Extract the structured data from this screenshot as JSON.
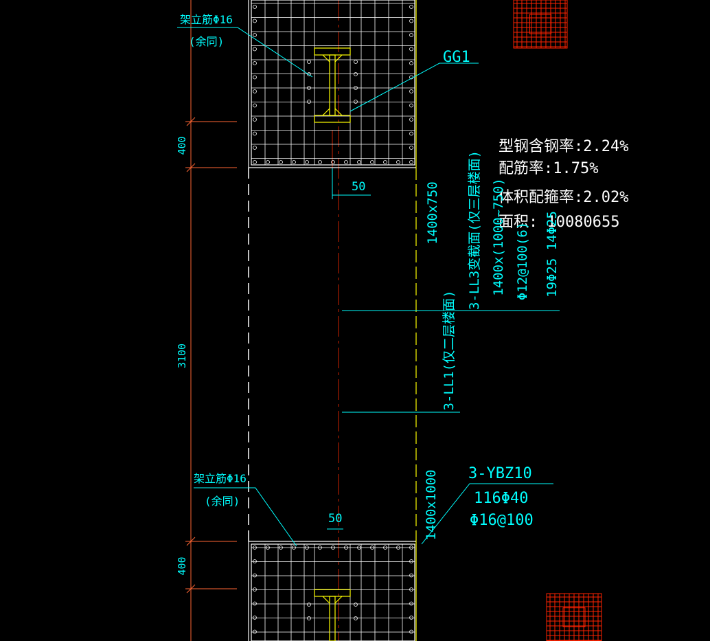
{
  "colors": {
    "background": "#000000",
    "cyan": "#00ffff",
    "white": "#ffffff",
    "yellow": "#ffff00",
    "red": "#ff0000",
    "orange_dim": "#ff6633",
    "dark_red": "#aa2200"
  },
  "labels": {
    "erection_bar_top": "架立筋Φ16",
    "same_below_top": "(余同)",
    "steel_tag": "GG1",
    "steel_ratio": "型钢含钢率:2.24%",
    "rebar_ratio": "配筋率:1.75%",
    "volume_ratio": "体积配箍率:2.02%",
    "area": "面积:  10080655",
    "dim_400_top": "400",
    "dim_50_top": "50",
    "dim_3100": "3100",
    "section_1400x750": "1400x750",
    "ll3_title": "3-LL3变截面(仅三层楼面)",
    "ll3_size": "1400x(1000~750)",
    "ll3_stirrup": "Φ12@100(6)",
    "ll3_main": "19Φ25 14Φ25",
    "ll1_title": "3-LL1(仅二层楼面)",
    "section_1400x1000": "1400x1000",
    "ybz_tag": "3-YBZ10",
    "ybz_main": "116Φ40",
    "ybz_stirrup": "Φ16@100",
    "erection_bar_bottom": "架立筋Φ16",
    "same_below_bottom": "(余同)",
    "dim_50_bottom": "50",
    "dim_400_bottom": "400"
  }
}
